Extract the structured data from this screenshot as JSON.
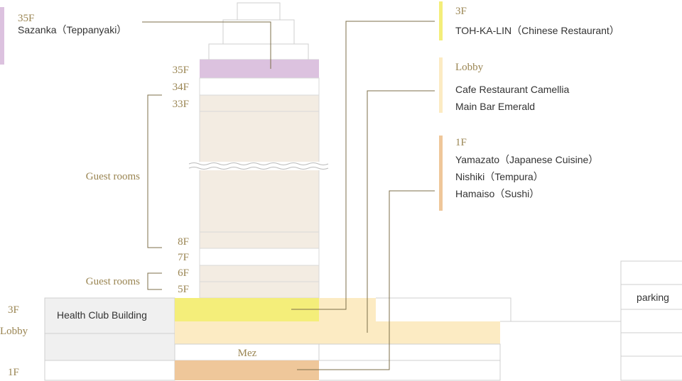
{
  "colors": {
    "gold": "#9a8552",
    "leader": "#7d6f4a",
    "sazanka": "#dcc2df",
    "tohkalin": "#f4ee7a",
    "lobby": "#fcebc3",
    "firstfloor": "#efc79a",
    "guestrooms": "#f3ece2",
    "outline": "#cfcfcf"
  },
  "tower": {
    "floors": {
      "f35": "35F",
      "f34": "34F",
      "f33": "33F",
      "f8": "8F",
      "f7": "7F",
      "f6": "6F",
      "f5": "5F"
    },
    "guest_rooms_upper": "Guest rooms",
    "guest_rooms_lower": "Guest rooms"
  },
  "base": {
    "level_3f": "3F",
    "level_lobby": "Lobby",
    "level_1f": "1F",
    "health_club": "Health Club Building",
    "mez": "Mez",
    "parking": "parking"
  },
  "legend": {
    "sazanka": {
      "floor": "35F",
      "name": "Sazanka（Teppanyaki）"
    },
    "tohkalin": {
      "floor": "3F",
      "name": "TOH-KA-LIN（Chinese Restaurant）"
    },
    "lobby": {
      "floor": "Lobby",
      "items": [
        "Cafe Restaurant Camellia",
        "Main Bar Emerald"
      ]
    },
    "first": {
      "floor": "1F",
      "items": [
        "Yamazato（Japanese Cuisine）",
        "Nishiki（Tempura）",
        "Hamaiso（Sushi）"
      ]
    }
  }
}
